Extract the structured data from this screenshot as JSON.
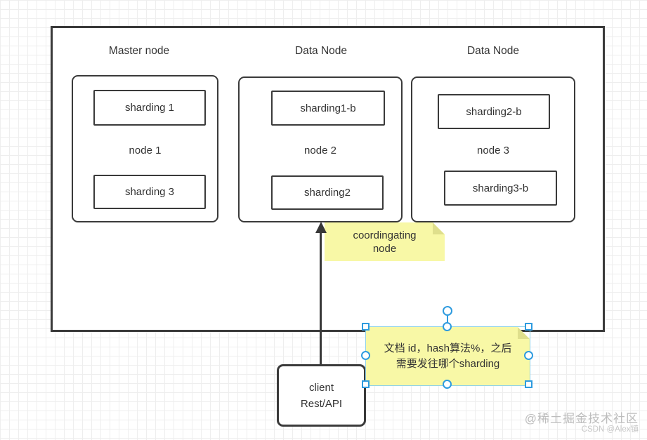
{
  "colors": {
    "shape_border": "#3A3A3A",
    "text": "#333333",
    "note_fill": "#F8F8A6",
    "note_fold": "#DFDF8C",
    "selection_accent": "#2E9BDF",
    "selection_outline": "#8FD2E8",
    "grid_line": "#EEEEEE",
    "watermark_text": "#BDBDBD"
  },
  "diagram": {
    "columns": [
      {
        "title": "Master node",
        "top_shard": "sharding 1",
        "node_label": "node 1",
        "bottom_shard": "sharding 3"
      },
      {
        "title": "Data Node",
        "top_shard": "sharding1-b",
        "node_label": "node 2",
        "bottom_shard": "sharding2"
      },
      {
        "title": "Data Node",
        "top_shard": "sharding2-b",
        "node_label": "node 3",
        "bottom_shard": "sharding3-b"
      }
    ],
    "coordinating_note": {
      "line1": "coordingating",
      "line2": "node"
    },
    "client_box": {
      "line1": "client",
      "line2": "Rest/API"
    },
    "annotation_note": {
      "line1": "文档 id，hash算法%，之后",
      "line2": "需要发往哪个sharding"
    }
  },
  "watermark": {
    "line1": "@稀土掘金技术社区",
    "line2": "CSDN @Alex镇"
  }
}
